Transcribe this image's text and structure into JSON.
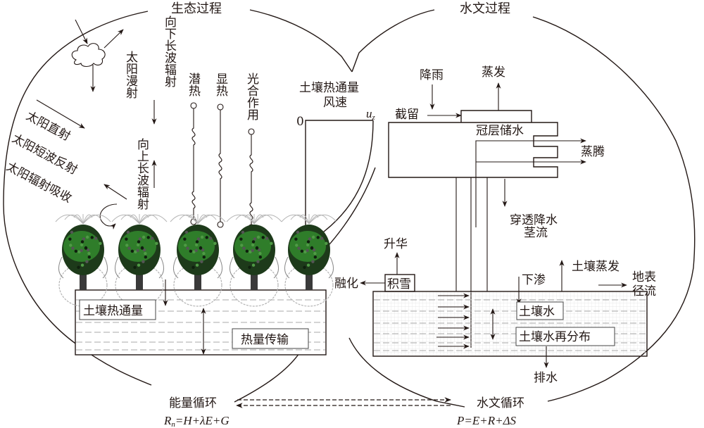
{
  "titles": {
    "ecology": "生态过程",
    "hydrology": "水文过程"
  },
  "ecology": {
    "solar_diffuse": "太阳漫射",
    "downward_longwave": "向下长波辐射",
    "upward_longwave": "向上长波辐射",
    "latent_heat": "潜热",
    "sensible_heat": "显热",
    "photosynthesis": "光合作用",
    "soil_heat_flux_top": "土壤热通量",
    "wind_speed": "风速",
    "wind_origin": "0",
    "wind_symbol": "u",
    "wind_subscript": "z",
    "solar_direct": "太阳直射",
    "solar_shortwave_reflect": "太阳短波反射",
    "solar_absorption": "太阳辐射吸收",
    "soil_heat_flux_box": "土壤热通量",
    "heat_transfer": "热量传输"
  },
  "hydrology": {
    "rainfall": "降雨",
    "evaporation": "蒸发",
    "interception": "截留",
    "canopy_storage": "冠层储水",
    "transpiration": "蒸腾",
    "throughfall": "穿透降水",
    "stemflow": "茎流",
    "sublimation": "升华",
    "snowmelt": "融化",
    "snowpack": "积雪",
    "infiltration": "下渗",
    "soil_evaporation": "土壤蒸发",
    "surface_runoff_1": "地表",
    "surface_runoff_2": "径流",
    "soil_water": "土壤水",
    "soil_water_redistribution": "土壤水再分布",
    "drainage": "排水"
  },
  "cycles": {
    "energy_cycle": "能量循环",
    "energy_formula_R": "R",
    "energy_formula_sub": "n",
    "energy_formula_rest": "=H+λE+G",
    "water_cycle": "水文循环",
    "water_formula": "P=E+R+ΔS"
  },
  "colors": {
    "ink": "#231815",
    "foliage": "#2f7d2a",
    "foliage_dark": "#1d3a1a",
    "grass": "#b5b5b5",
    "soil_dash": "#a8a8a8"
  }
}
